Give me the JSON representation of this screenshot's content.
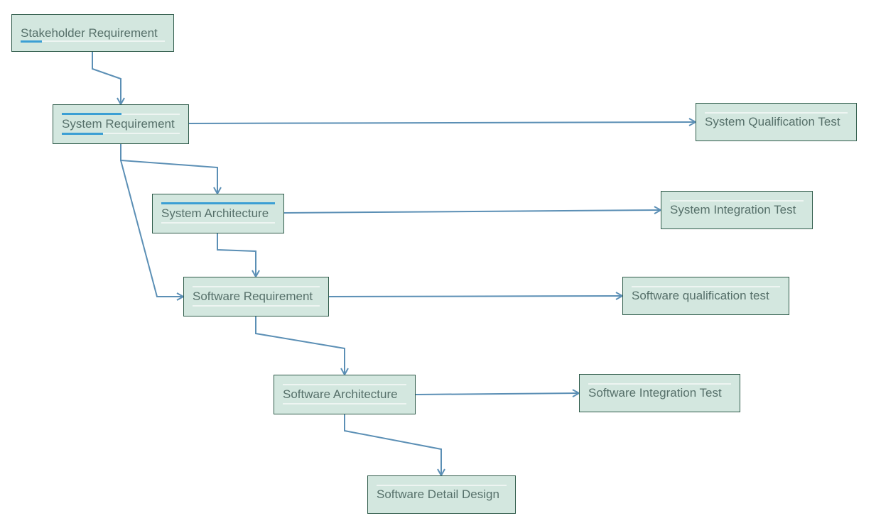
{
  "nodes": {
    "stakeholder_requirement": "Stakeholder Requirement",
    "system_requirement": "System Requirement",
    "system_architecture": "System Architecture",
    "software_requirement": "Software Requirement",
    "software_architecture": "Software Architecture",
    "software_detail_design": "Software Detail Design",
    "system_qualification_test": "System Qualification Test",
    "system_integration_test": "System Integration Test",
    "software_qualification_test": "Software qualification test",
    "software_integration_test": "Software Integration Test"
  },
  "colors": {
    "node_fill": "#d3e7df",
    "node_border": "#2f5b4a",
    "node_text": "#56706a",
    "edge": "#5b8fb5",
    "accent": "#3b9fd4"
  }
}
